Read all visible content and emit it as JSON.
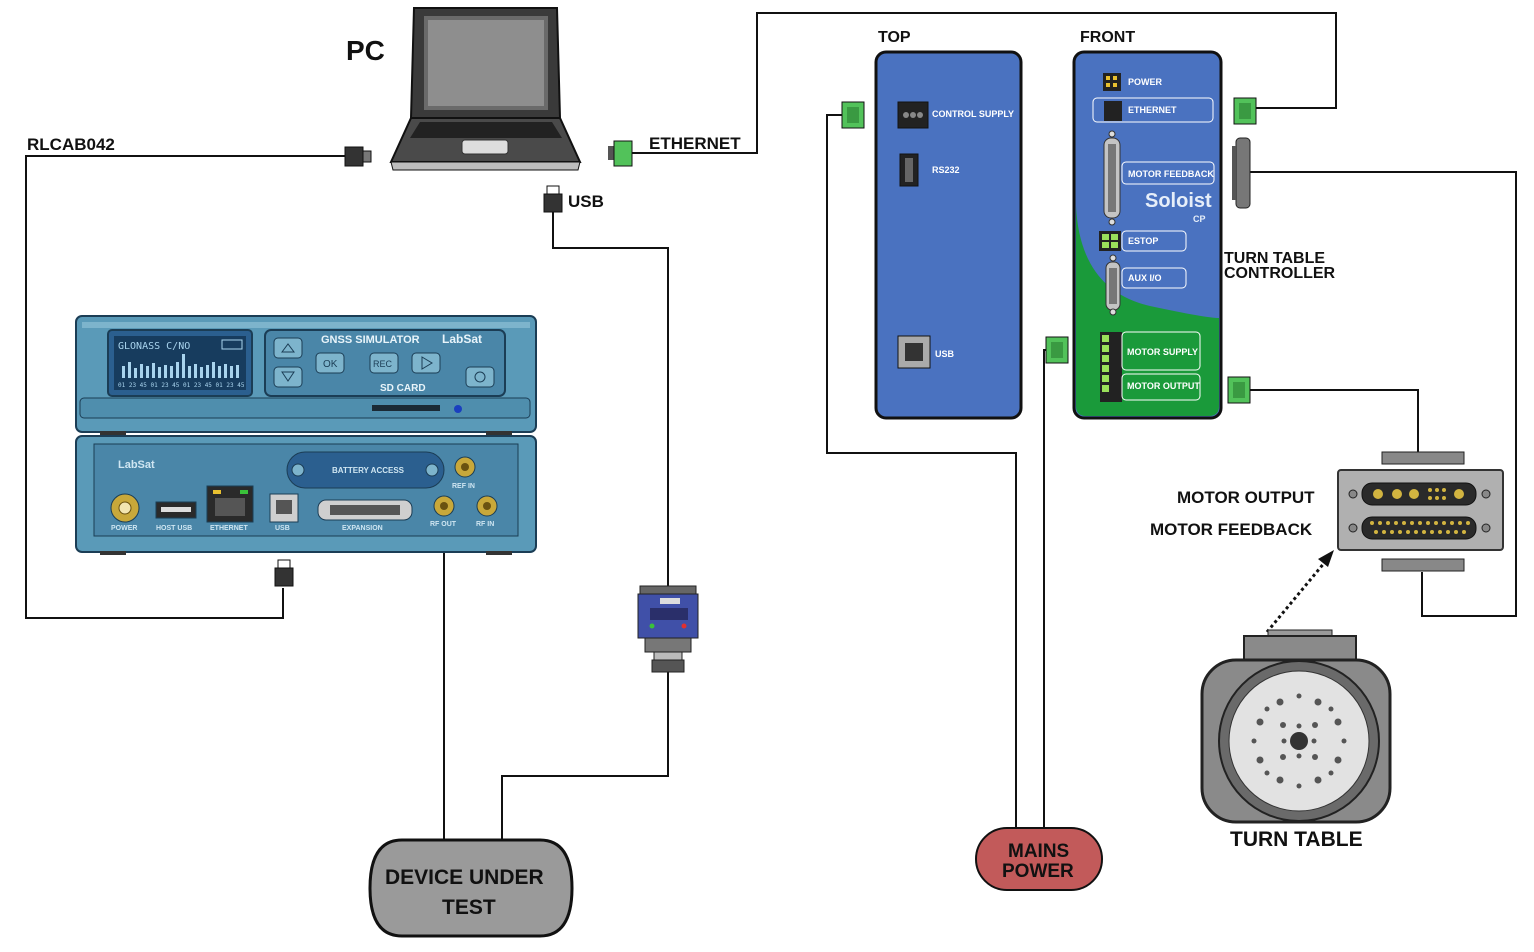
{
  "labels": {
    "pc": "PC",
    "rlcab": "RLCAB042",
    "ethernet": "ETHERNET",
    "usb": "USB",
    "top": "TOP",
    "front": "FRONT",
    "controller_line1": "TURN TABLE",
    "controller_line2": "CONTROLLER",
    "motor_output": "MOTOR OUTPUT",
    "motor_feedback": "MOTOR FEEDBACK",
    "turn_table": "TURN TABLE",
    "dut_line1": "DEVICE UNDER",
    "dut_line2": "TEST",
    "mains_line1": "MAINS",
    "mains_line2": "POWER"
  },
  "top_panel": {
    "control_supply": "CONTROL SUPPLY",
    "rs232": "RS232",
    "usb": "USB"
  },
  "front_panel": {
    "power": "POWER",
    "ethernet": "ETHERNET",
    "motor_feedback": "MOTOR FEEDBACK",
    "brand": "Soloist",
    "brand_sub": "CP",
    "estop": "ESTOP",
    "aux_io": "AUX I/O",
    "motor_supply": "MOTOR SUPPLY",
    "motor_output": "MOTOR OUTPUT"
  },
  "labsat": {
    "lcd_text": "GLONASS C/NO",
    "lcd_channels": "01 23 45 01 23 45 01 23 45 01 23 45",
    "title": "GNSS SIMULATOR",
    "brand": "LabSat",
    "sd_card": "SD CARD",
    "btn_ok": "OK",
    "btn_rec": "REC",
    "battery": "BATTERY ACCESS",
    "ref_in": "REF IN",
    "power": "POWER",
    "host_usb": "HOST USB",
    "ethernet": "ETHERNET",
    "usb": "USB",
    "expansion": "EXPANSION",
    "rf_out": "RF OUT",
    "rf_in": "RF IN"
  },
  "colors": {
    "controller_blue": "#4a72c0",
    "controller_green": "#1a9a3a",
    "connector_green": "#52c25a",
    "labsat_blue": "#5a9ab8",
    "mains_red": "#c25a5a",
    "dut_gray": "#9a9a9a"
  }
}
